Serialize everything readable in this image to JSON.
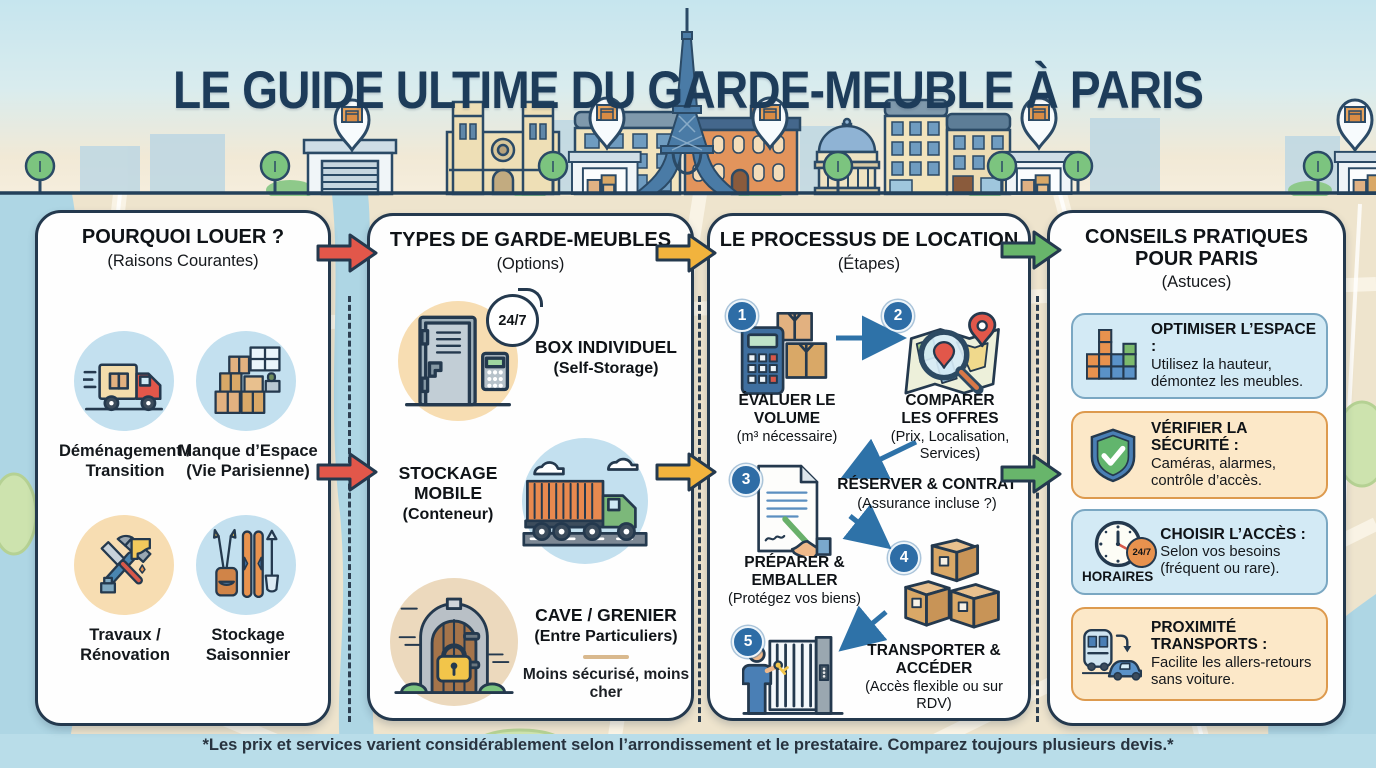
{
  "title": "LE GUIDE ULTIME DU GARDE-MEUBLE À PARIS",
  "footer_note": "*Les prix et services varient considérablement selon l’arrondissement et le prestataire. Comparez toujours plusieurs devis.*",
  "colors": {
    "title": "#1d3c5a",
    "panel_border": "#24394e",
    "arrow_red": "#e2574a",
    "arrow_yellow": "#f2b33d",
    "arrow_green": "#68b56b",
    "flow_arrow_blue": "#2e72a8",
    "step_badge_blue": "#2e6da6",
    "card_blue_bg": "#d3eaf5",
    "card_orange_bg": "#fce8c8"
  },
  "panel_why": {
    "title": "POURQUOI LOUER ?",
    "subtitle": "(Raisons Courantes)",
    "items": [
      {
        "label": "Déménagement / Transition",
        "icon": "moving-truck-icon"
      },
      {
        "label": "Manque d’Espace (Vie Parisienne)",
        "icon": "boxes-room-icon"
      },
      {
        "label": "Travaux / Rénovation",
        "icon": "tools-icon"
      },
      {
        "label": "Stockage Saisonnier",
        "icon": "ski-gear-icon"
      }
    ]
  },
  "panel_types": {
    "title": "TYPES DE GARDE-MEUBLES",
    "subtitle": "(Options)",
    "items": [
      {
        "name": "BOX INDIVIDUEL",
        "detail": "(Self-Storage)",
        "badge": "24/7",
        "icon": "storage-door-icon"
      },
      {
        "name": "STOCKAGE MOBILE",
        "detail": "(Conteneur)",
        "icon": "container-truck-icon"
      },
      {
        "name": "CAVE / GRENIER",
        "detail": "(Entre Particuliers)",
        "note": "Moins sécurisé, moins cher",
        "icon": "cellar-door-icon"
      }
    ]
  },
  "panel_process": {
    "title": "LE PROCESSUS DE LOCATION",
    "subtitle": "(Étapes)",
    "steps": [
      {
        "num": "1",
        "name": "ÉVALUER LE VOLUME",
        "detail": "(m³ nécessaire)",
        "icon": "calculator-boxes-icon"
      },
      {
        "num": "2",
        "name": "COMPARER LES OFFRES",
        "detail": "(Prix, Localisation, Services)",
        "icon": "map-magnifier-icon"
      },
      {
        "num": "3",
        "name": "RÉSERVER & CONTRAT",
        "detail": "(Assurance incluse ?)",
        "icon": "contract-signing-icon"
      },
      {
        "num": "4",
        "name": "PRÉPARER & EMBALLER",
        "detail": "(Protégez vos biens)",
        "icon": "packed-boxes-icon"
      },
      {
        "num": "5",
        "name": "TRANSPORTER & ACCÉDER",
        "detail": "(Accès flexible ou sur RDV)",
        "icon": "gate-access-icon"
      }
    ]
  },
  "panel_tips": {
    "title": "CONSEILS PRATIQUES POUR PARIS",
    "subtitle": "(Astuces)",
    "cards": [
      {
        "name": "OPTIMISER L’ESPACE :",
        "text": "Utilisez la hauteur, démontez les meubles.",
        "style": "blue",
        "icon": "stacking-blocks-icon"
      },
      {
        "name": "VÉRIFIER LA SÉCURITÉ :",
        "text": "Caméras, alarmes, contrôle d’accès.",
        "style": "orange",
        "icon": "shield-check-icon"
      },
      {
        "name": "CHOISIR L’ACCÈS :",
        "text": "Selon vos besoins (fréquent ou rare).",
        "style": "blue",
        "icon": "clock-24-7-icon",
        "icon_badge": "24/7",
        "icon_caption": "HORAIRES"
      },
      {
        "name": "PROXIMITÉ TRANSPORTS :",
        "text": "Facilite les allers-retours sans voiture.",
        "style": "orange",
        "icon": "train-car-icon"
      }
    ]
  }
}
